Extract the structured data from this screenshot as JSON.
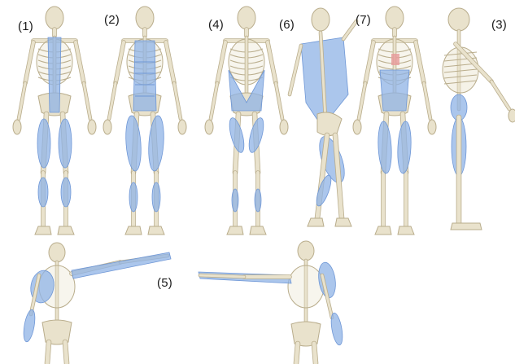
{
  "labels": {
    "l1": "(1)",
    "l2": "(2)",
    "l3": "(3)",
    "l4": "(4)",
    "l5": "(5)",
    "l6": "(6)",
    "l7": "(7)"
  },
  "colors": {
    "bone": "#e9e2cc",
    "bone_stroke": "#b9ad8c",
    "muscle": "#8fb3e6",
    "muscle_dark": "#6f97d6",
    "accent_red": "#e79a9a"
  }
}
